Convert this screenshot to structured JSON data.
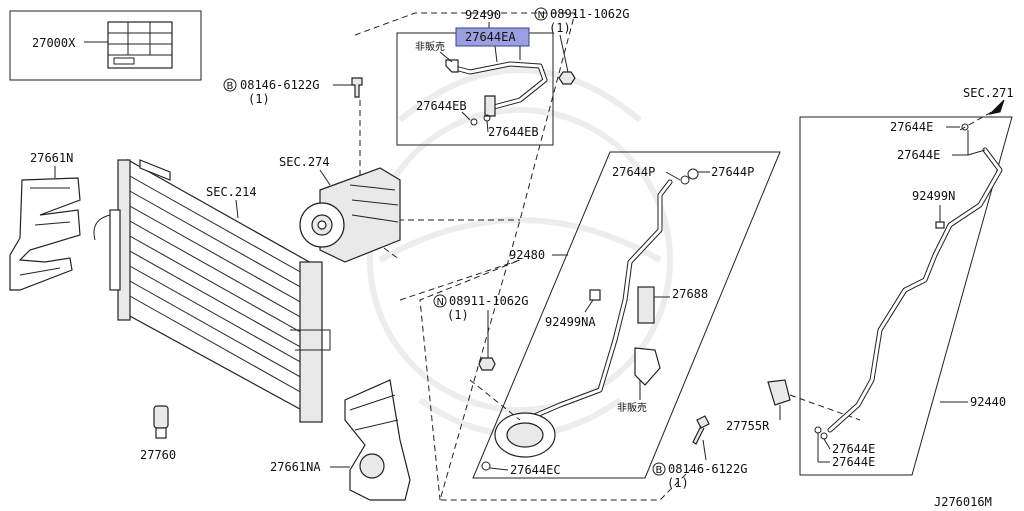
{
  "diagram_id": "J276016M",
  "labels": {
    "label_27000X": "27000X",
    "bolt_top": "08146-6122G",
    "bolt_top_qty": "(1)",
    "bolt_top_prefix": "B",
    "sec274": "SEC.274",
    "sec214": "SEC.214",
    "p27661N": "27661N",
    "p27661NA": "27661NA",
    "p27760": "27760",
    "p92490": "92490",
    "p27644EA": "27644EA",
    "nut_top": "08911-1062G",
    "nut_top_qty": "(1)",
    "nut_top_prefix": "N",
    "not_sold_top": "非販売",
    "p27644EB_a": "27644EB",
    "p27644EB_b": "27644EB",
    "p27644P_a": "27644P",
    "p27644P_b": "27644P",
    "p92480": "92480",
    "p27688": "27688",
    "p92499NA": "92499NA",
    "nut_mid": "08911-1062G",
    "nut_mid_qty": "(1)",
    "nut_mid_prefix": "N",
    "not_sold_mid": "非販売",
    "p27644EC": "27644EC",
    "bolt_bot": "08146-6122G",
    "bolt_bot_qty": "(1)",
    "bolt_bot_prefix": "B",
    "p27755R": "27755R",
    "sec271": "SEC.271",
    "p27644E_a": "27644E",
    "p27644E_b": "27644E",
    "p92499N": "92499N",
    "p92440": "92440",
    "p27644E_c": "27644E",
    "p27644E_d": "27644E",
    "footer_code": "J276016M"
  },
  "highlight_color": "#9aa0e0"
}
